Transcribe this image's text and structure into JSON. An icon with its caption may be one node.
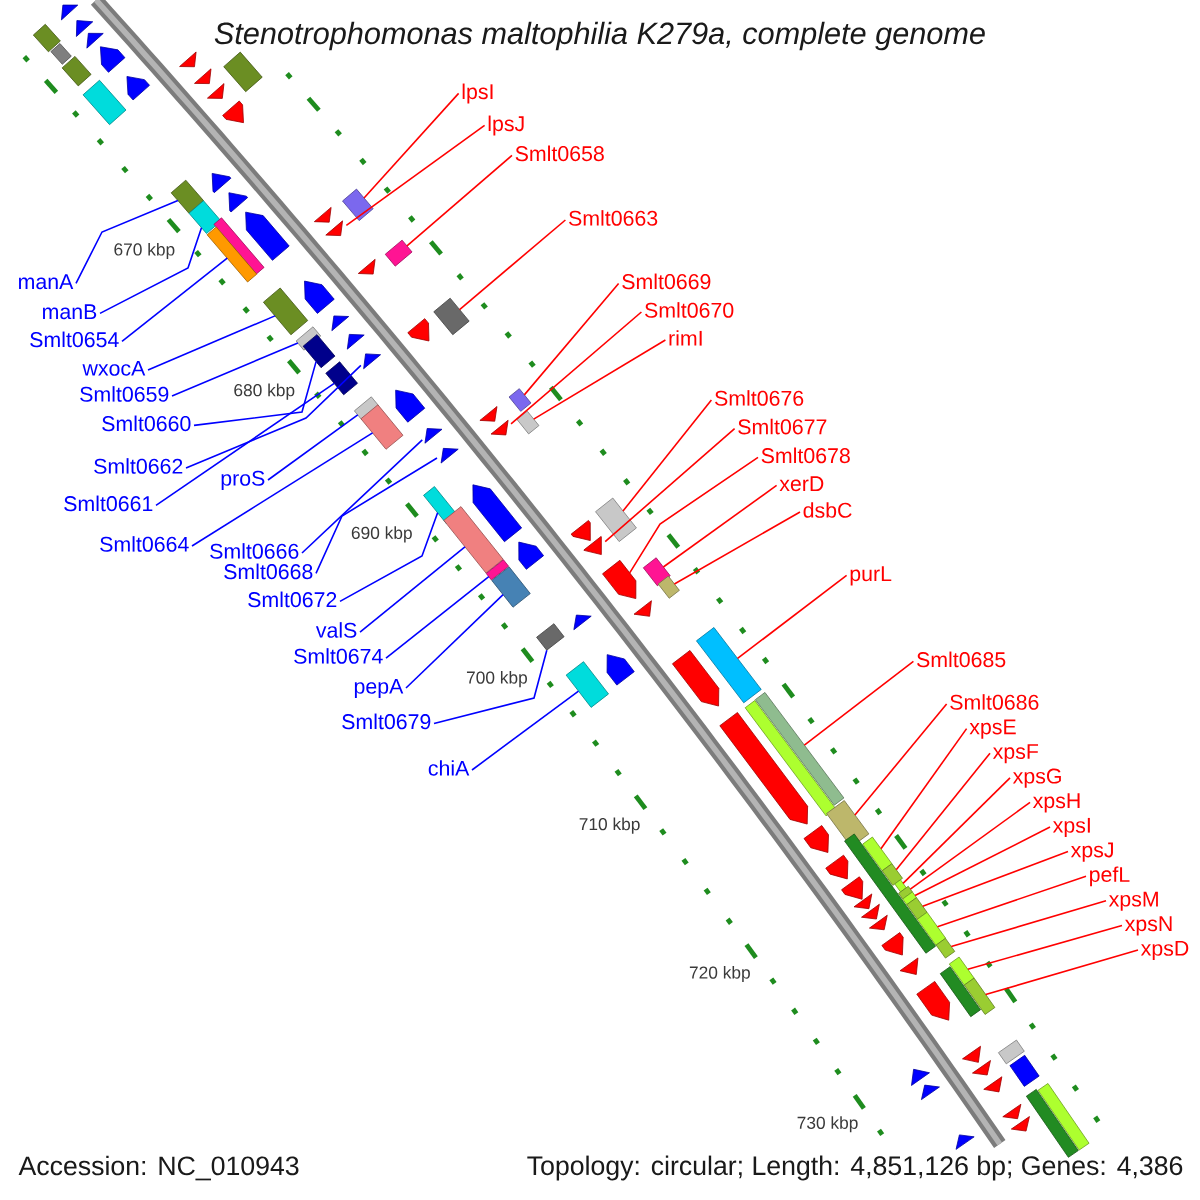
{
  "diagram": {
    "title": "Stenotrophomonas maltophilia K279a, complete genome",
    "nodes": [
      {
        "text": [
          "manA"
        ]
      },
      {
        "text": [
          "manB"
        ]
      },
      {
        "text": [
          "Smlt0654"
        ]
      },
      {
        "text": [
          "wxocA"
        ]
      },
      {
        "text": [
          "Smlt0659"
        ]
      },
      {
        "text": [
          "Smlt0660"
        ]
      },
      {
        "text": [
          "Smlt0662"
        ]
      },
      {
        "text": [
          "Smlt0661"
        ]
      },
      {
        "text": [
          "proS"
        ]
      },
      {
        "text": [
          "Smlt0664"
        ]
      },
      {
        "text": [
          "Smlt0666"
        ]
      },
      {
        "text": [
          "Smlt0668"
        ]
      },
      {
        "text": [
          "Smlt0672"
        ]
      },
      {
        "text": [
          "valS"
        ]
      },
      {
        "text": [
          "Smlt0674"
        ]
      },
      {
        "text": [
          "pepA"
        ]
      },
      {
        "text": [
          "Smlt0679"
        ]
      },
      {
        "text": [
          "chiA"
        ]
      },
      {
        "text": [
          "lpsI"
        ]
      },
      {
        "text": [
          "lpsJ"
        ]
      },
      {
        "text": [
          "Smlt0658"
        ]
      },
      {
        "text": [
          "Smlt0663"
        ]
      },
      {
        "text": [
          "Smlt0669"
        ]
      },
      {
        "text": [
          "Smlt0670"
        ]
      },
      {
        "text": [
          "rimI"
        ]
      },
      {
        "text": [
          "Smlt0676"
        ]
      },
      {
        "text": [
          "Smlt0677"
        ]
      },
      {
        "text": [
          "Smlt0678"
        ]
      },
      {
        "text": [
          "xerD"
        ]
      },
      {
        "text": [
          "dsbC"
        ]
      },
      {
        "text": [
          "purL"
        ]
      },
      {
        "text": [
          "Smlt0685"
        ]
      },
      {
        "text": [
          "Smlt0686"
        ]
      },
      {
        "text": [
          "xpsI"
        ]
      },
      {
        "text": [
          "xpsE"
        ]
      },
      {
        "text": [
          "xpsH"
        ]
      },
      {
        "text": [
          "xpsF"
        ]
      },
      {
        "text": [
          "xpsG"
        ]
      },
      {
        "text": [
          "xpsJ"
        ]
      },
      {
        "text": [
          "xpsM"
        ]
      },
      {
        "text": [
          "pefL"
        ]
      },
      {
        "text": [
          "xpsN"
        ]
      },
      {
        "text": [
          "xpsD"
        ]
      },
      {
        "text": [],
        "shape": "arrow"
      },
      {
        "text": [],
        "shape": "arrow"
      },
      {
        "text": [],
        "shape": "arrow"
      },
      {
        "text": [],
        "shape": "box"
      },
      {
        "text": [],
        "shape": "arrow"
      },
      {
        "text": [],
        "shape": "box"
      },
      {
        "text": [],
        "shape": "arrow"
      },
      {
        "text": [],
        "shape": "box"
      },
      {
        "text": [],
        "shape": "box"
      },
      {
        "text": [],
        "shape": "arrow"
      },
      {
        "text": [],
        "shape": "arrow"
      },
      {
        "text": [],
        "shape": "arrow"
      },
      {
        "text": [],
        "shape": "box"
      },
      {
        "text": [],
        "shape": "arrow"
      },
      {
        "text": [],
        "shape": "arrow"
      },
      {
        "text": [],
        "shape": "box"
      },
      {
        "text": [],
        "shape": "arrow"
      },
      {
        "text": [],
        "shape": "box"
      },
      {
        "text": [],
        "shape": "box"
      },
      {
        "text": [],
        "shape": "arrow"
      },
      {
        "text": [],
        "shape": "arrow"
      },
      {
        "text": [],
        "shape": "arrow"
      },
      {
        "text": [],
        "shape": "box"
      },
      {
        "text": [],
        "shape": "box"
      },
      {
        "text": [],
        "shape": "box"
      },
      {
        "text": [],
        "shape": "arrow"
      },
      {
        "text": [],
        "shape": "arrow"
      },
      {
        "text": [],
        "shape": "box"
      },
      {
        "text": [],
        "shape": "box"
      },
      {
        "text": [],
        "shape": "arrow"
      },
      {
        "text": [],
        "shape": "arrow"
      },
      {
        "text": [],
        "shape": "arrow"
      },
      {
        "text": [],
        "shape": "box"
      },
      {
        "text": [],
        "shape": "box"
      },
      {
        "text": [],
        "shape": "arrow"
      },
      {
        "text": [],
        "shape": "box"
      },
      {
        "text": [],
        "shape": "box"
      },
      {
        "text": [],
        "shape": "arrow"
      },
      {
        "text": [],
        "shape": "box"
      },
      {
        "text": [],
        "shape": "box"
      },
      {
        "text": [],
        "shape": "arrow"
      },
      {
        "text": [],
        "shape": "box"
      },
      {
        "text": [],
        "shape": "arrow"
      },
      {
        "text": [],
        "shape": "arrow"
      },
      {
        "text": [],
        "shape": "arrow"
      },
      {
        "text": [],
        "shape": "box"
      },
      {
        "text": [],
        "shape": "arrow"
      },
      {
        "text": [],
        "shape": "box"
      },
      {
        "text": [],
        "shape": "arrow"
      },
      {
        "text": [],
        "shape": "box"
      },
      {
        "text": [],
        "shape": "arrow"
      },
      {
        "text": [],
        "shape": "arrow"
      },
      {
        "text": [],
        "shape": "box"
      },
      {
        "text": [],
        "shape": "box"
      },
      {
        "text": [],
        "shape": "box"
      },
      {
        "text": [],
        "shape": "arrow"
      },
      {
        "text": [],
        "shape": "box"
      },
      {
        "text": [],
        "shape": "arrow"
      },
      {
        "text": [],
        "shape": "arrow"
      },
      {
        "text": [],
        "shape": "box"
      },
      {
        "text": [],
        "shape": "box"
      },
      {
        "text": [],
        "shape": "arrow"
      },
      {
        "text": [],
        "shape": "arrow"
      },
      {
        "text": [],
        "shape": "box"
      },
      {
        "text": [],
        "shape": "box"
      },
      {
        "text": [],
        "shape": "box"
      },
      {
        "text": [],
        "shape": "arrow"
      },
      {
        "text": [],
        "shape": "box"
      },
      {
        "text": [],
        "shape": "arrow"
      },
      {
        "text": [],
        "shape": "box"
      },
      {
        "text": [],
        "shape": "arrow"
      },
      {
        "text": [],
        "shape": "box"
      },
      {
        "text": [],
        "shape": "box"
      },
      {
        "text": [],
        "shape": "box"
      },
      {
        "text": [],
        "shape": "arrow"
      },
      {
        "text": [],
        "shape": "box"
      },
      {
        "text": [],
        "shape": "box"
      },
      {
        "text": [],
        "shape": "arrow"
      },
      {
        "text": [],
        "shape": "box"
      },
      {
        "text": [],
        "shape": "arrow"
      },
      {
        "text": [],
        "shape": "arrow"
      },
      {
        "text": [],
        "shape": "box"
      },
      {
        "text": [],
        "shape": "box"
      },
      {
        "text": [],
        "shape": "arrow"
      },
      {
        "text": [],
        "shape": "arrow"
      },
      {
        "text": [],
        "shape": "box"
      },
      {
        "text": [],
        "shape": "box"
      },
      {
        "text": [],
        "shape": "box"
      },
      {
        "text": [],
        "shape": "arrow"
      },
      {
        "text": [],
        "shape": "box"
      },
      {
        "text": [],
        "shape": "arrow"
      },
      {
        "text": [],
        "shape": "box"
      },
      {
        "text": [],
        "shape": "arrow"
      },
      {
        "text": [],
        "shape": "arrow"
      },
      {
        "text": [],
        "shape": "arrow"
      },
      {
        "text": [],
        "shape": "arrow"
      },
      {
        "text": [],
        "shape": "arrow"
      },
      {
        "text": [],
        "shape": "box"
      },
      {
        "text": [],
        "shape": "box"
      },
      {
        "text": [],
        "shape": "arrow"
      },
      {
        "text": [],
        "shape": "arrow"
      }
    ],
    "edges": [
      {
        "from": 0,
        "to": 58,
        "arrow": "none",
        "color": "#0000ff"
      },
      {
        "from": 1,
        "to": 61,
        "arrow": "none",
        "color": "#0000ff"
      },
      {
        "from": 2,
        "to": 67,
        "arrow": "none",
        "color": "#0000ff"
      },
      {
        "from": 3,
        "to": 70,
        "arrow": "none",
        "color": "#0000ff"
      },
      {
        "from": 4,
        "to": 75,
        "arrow": "none",
        "color": "#0000ff"
      },
      {
        "from": 5,
        "to": 76,
        "arrow": "none",
        "color": "#0000ff"
      },
      {
        "from": 6,
        "to": 77,
        "arrow": "none",
        "color": "#0000ff"
      },
      {
        "from": 7,
        "to": 78,
        "arrow": "none",
        "color": "#0000ff"
      },
      {
        "from": 8,
        "to": 81,
        "arrow": "none",
        "color": "#0000ff"
      },
      {
        "from": 9,
        "to": 84,
        "arrow": "none",
        "color": "#0000ff"
      },
      {
        "from": 10,
        "to": 86,
        "arrow": "none",
        "color": "#0000ff"
      },
      {
        "from": 11,
        "to": 87,
        "arrow": "none",
        "color": "#0000ff"
      },
      {
        "from": 12,
        "to": 88,
        "arrow": "none",
        "color": "#0000ff"
      },
      {
        "from": 13,
        "to": 92,
        "arrow": "none",
        "color": "#0000ff"
      },
      {
        "from": 14,
        "to": 96,
        "arrow": "none",
        "color": "#0000ff"
      },
      {
        "from": 15,
        "to": 99,
        "arrow": "none",
        "color": "#0000ff"
      },
      {
        "from": 16,
        "to": 102,
        "arrow": "none",
        "color": "#0000ff"
      },
      {
        "from": 17,
        "to": 106,
        "arrow": "none",
        "color": "#0000ff"
      },
      {
        "from": 18,
        "to": 60,
        "arrow": "none"
      },
      {
        "from": 19,
        "to": 64,
        "arrow": "none"
      },
      {
        "from": 20,
        "to": 66,
        "arrow": "none"
      },
      {
        "from": 21,
        "to": 71,
        "arrow": "none"
      },
      {
        "from": 22,
        "to": 79,
        "arrow": "none"
      },
      {
        "from": 23,
        "to": 85,
        "arrow": "none"
      },
      {
        "from": 24,
        "to": 82,
        "arrow": "none"
      },
      {
        "from": 25,
        "to": 90,
        "arrow": "none"
      },
      {
        "from": 26,
        "to": 93,
        "arrow": "none"
      },
      {
        "from": 27,
        "to": 98,
        "arrow": "none"
      },
      {
        "from": 28,
        "to": 95,
        "arrow": "none"
      },
      {
        "from": 29,
        "to": 97,
        "arrow": "none"
      },
      {
        "from": 30,
        "to": 103,
        "arrow": "none"
      },
      {
        "from": 31,
        "to": 107,
        "arrow": "none"
      },
      {
        "from": 32,
        "to": 110,
        "arrow": "none"
      },
      {
        "from": 33,
        "to": 119,
        "arrow": "none"
      },
      {
        "from": 34,
        "to": 112,
        "arrow": "none"
      },
      {
        "from": 35,
        "to": 116,
        "arrow": "none"
      },
      {
        "from": 36,
        "to": 114,
        "arrow": "none"
      },
      {
        "from": 37,
        "to": 115,
        "arrow": "none"
      },
      {
        "from": 38,
        "to": 121,
        "arrow": "none"
      },
      {
        "from": 39,
        "to": 125,
        "arrow": "none"
      },
      {
        "from": 40,
        "to": 124,
        "arrow": "none"
      },
      {
        "from": 41,
        "to": 128,
        "arrow": "none"
      },
      {
        "from": 42,
        "to": 130,
        "arrow": "none"
      }
    ],
    "labels": [
      "670 kbp",
      "680 kbp",
      "690 kbp",
      "700 kbp",
      "710 kbp",
      "720 kbp",
      "730 kbp",
      "Accession: NC_010943",
      "Topology: circular; Length: 4,851,126 bp; Genes: 4,386"
    ]
  }
}
